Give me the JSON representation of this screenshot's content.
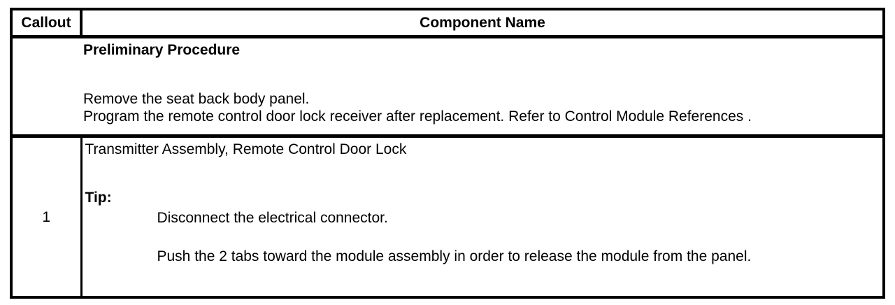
{
  "table": {
    "header": {
      "callout": "Callout",
      "component_name": "Component Name"
    },
    "preliminary": {
      "title": "Preliminary Procedure",
      "lines": [
        "Remove the seat back body panel.",
        "Program the remote control door lock receiver after replacement. Refer to Control Module References ."
      ]
    },
    "rows": [
      {
        "callout": "1",
        "component_name": "Transmitter Assembly, Remote Control Door Lock",
        "tip_label": "Tip:",
        "tip_lines": [
          "Disconnect the electrical connector.",
          "Push the 2 tabs toward the module assembly in order to release the module from the panel."
        ]
      }
    ],
    "colors": {
      "border": "#000000",
      "text": "#000000",
      "background": "#ffffff"
    }
  }
}
